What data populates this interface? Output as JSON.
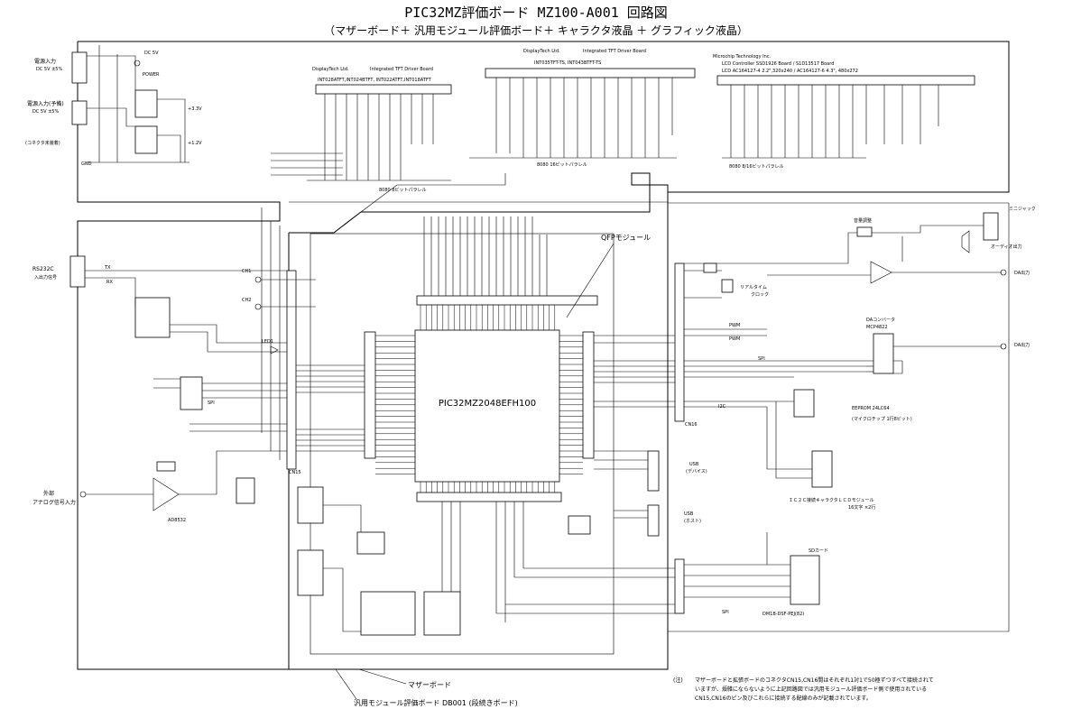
{
  "title": "PIC32MZ評価ボード MZ100-A001 回路図",
  "subtitle": "（マザーボード＋ 汎用モジュール評価ボード＋ キャラクタ液晶 ＋ グラフィック液晶）",
  "power": {
    "input1": "電源入力",
    "input1_spec": "DC 5V ±5%",
    "input2": "電源入力(予備)",
    "input2_spec": "DC 5V ±5%",
    "connector_note": "(コネクタ未装着)",
    "power_label": "POWER",
    "gnd": "GND",
    "dc5v": "DC 5V",
    "v33": "+3.3V",
    "v12": "+1.2V"
  },
  "lcd_boards": {
    "b1_maker": "DisplayTech Ltd.",
    "b1_board": "Integrated TFT Driver Board",
    "b1_models": "INT028ATFT,INT024BTFT,  INT022ATFT,INT018ATFT",
    "b1_bus": "8080 8ビットパラレル",
    "b2_maker": "DisplayTech Ltd.",
    "b2_board": "Integrated TFT Driver Board",
    "b2_models": "INT035TFT-TS, INT043BTFT-TS",
    "b2_bus": "8080 16ビットパラレル",
    "b3_maker": "Microchip Technology Inc.",
    "b3_ctrl": "LCD Controller SSD1926 Board / S1D13517 Board",
    "b3_lcd": "LCD  AC164127-4 2.2\",320x240 / AC164127-6 4.3\", 480x272",
    "b3_bus": "8080  8/16ビットパラレル"
  },
  "left": {
    "rs232c": "RS232C",
    "rs232c_sub": "入出力信号",
    "tx": "TX",
    "rx": "RX",
    "spi": "SPI",
    "analog_in": "外部",
    "analog_in2": "アナログ信号入力",
    "opamp": "AD8532",
    "led": "LED1",
    "ch1": "CH1",
    "ch2": "CH2"
  },
  "mcu": {
    "name": "PIC32MZ2048EFH100",
    "module": "QFPモジュール",
    "cn15": "CN15",
    "cn16": "CN16"
  },
  "right": {
    "audio_out": "オーディオ出力",
    "vol": "音量調整",
    "da_out1": "DA出力",
    "da_conv": "DAコンバータ",
    "da_chip": "MCP4822",
    "da_out2": "DA出力",
    "pwm": "PWM",
    "realtime": "リアルタイム",
    "clock": "クロック",
    "spi": "SPI",
    "i2c": "I2C",
    "eeprom": "EEPROM 24LC64",
    "eeprom_sub": "(マイクロチップ 1行8ビット)",
    "lcd_module": "ＩＣ２Ｃ接続キャラクタＬＣＤモジュール",
    "lcd_module_sub": "16文字 ×2行",
    "usb_dev": "USB",
    "usb_dev_sub": "(デバイス)",
    "usb_host": "USB",
    "usb_host_sub": "(ホスト)",
    "sd": "SDカード",
    "sd_conn": "DM1B-DSF-PEJ(82)",
    "spi2": "SPI"
  },
  "bottom": {
    "mother": "マザーボード",
    "eval": "汎用モジュール評価ボード DB001 (段続きボード)",
    "note_head": "(注)",
    "note1": "マザーボードと拡張ボードのコネクタCN15,CN16間はそれぞれ1対1で50極ずつすべて接続されて",
    "note2": "いますが、煩雑にならないように上記回路図では汎用モジュール評価ボード側で使用されている",
    "note3": "CN15,CN16のピン及びこれらに接続する配線のみが記載されています。"
  }
}
